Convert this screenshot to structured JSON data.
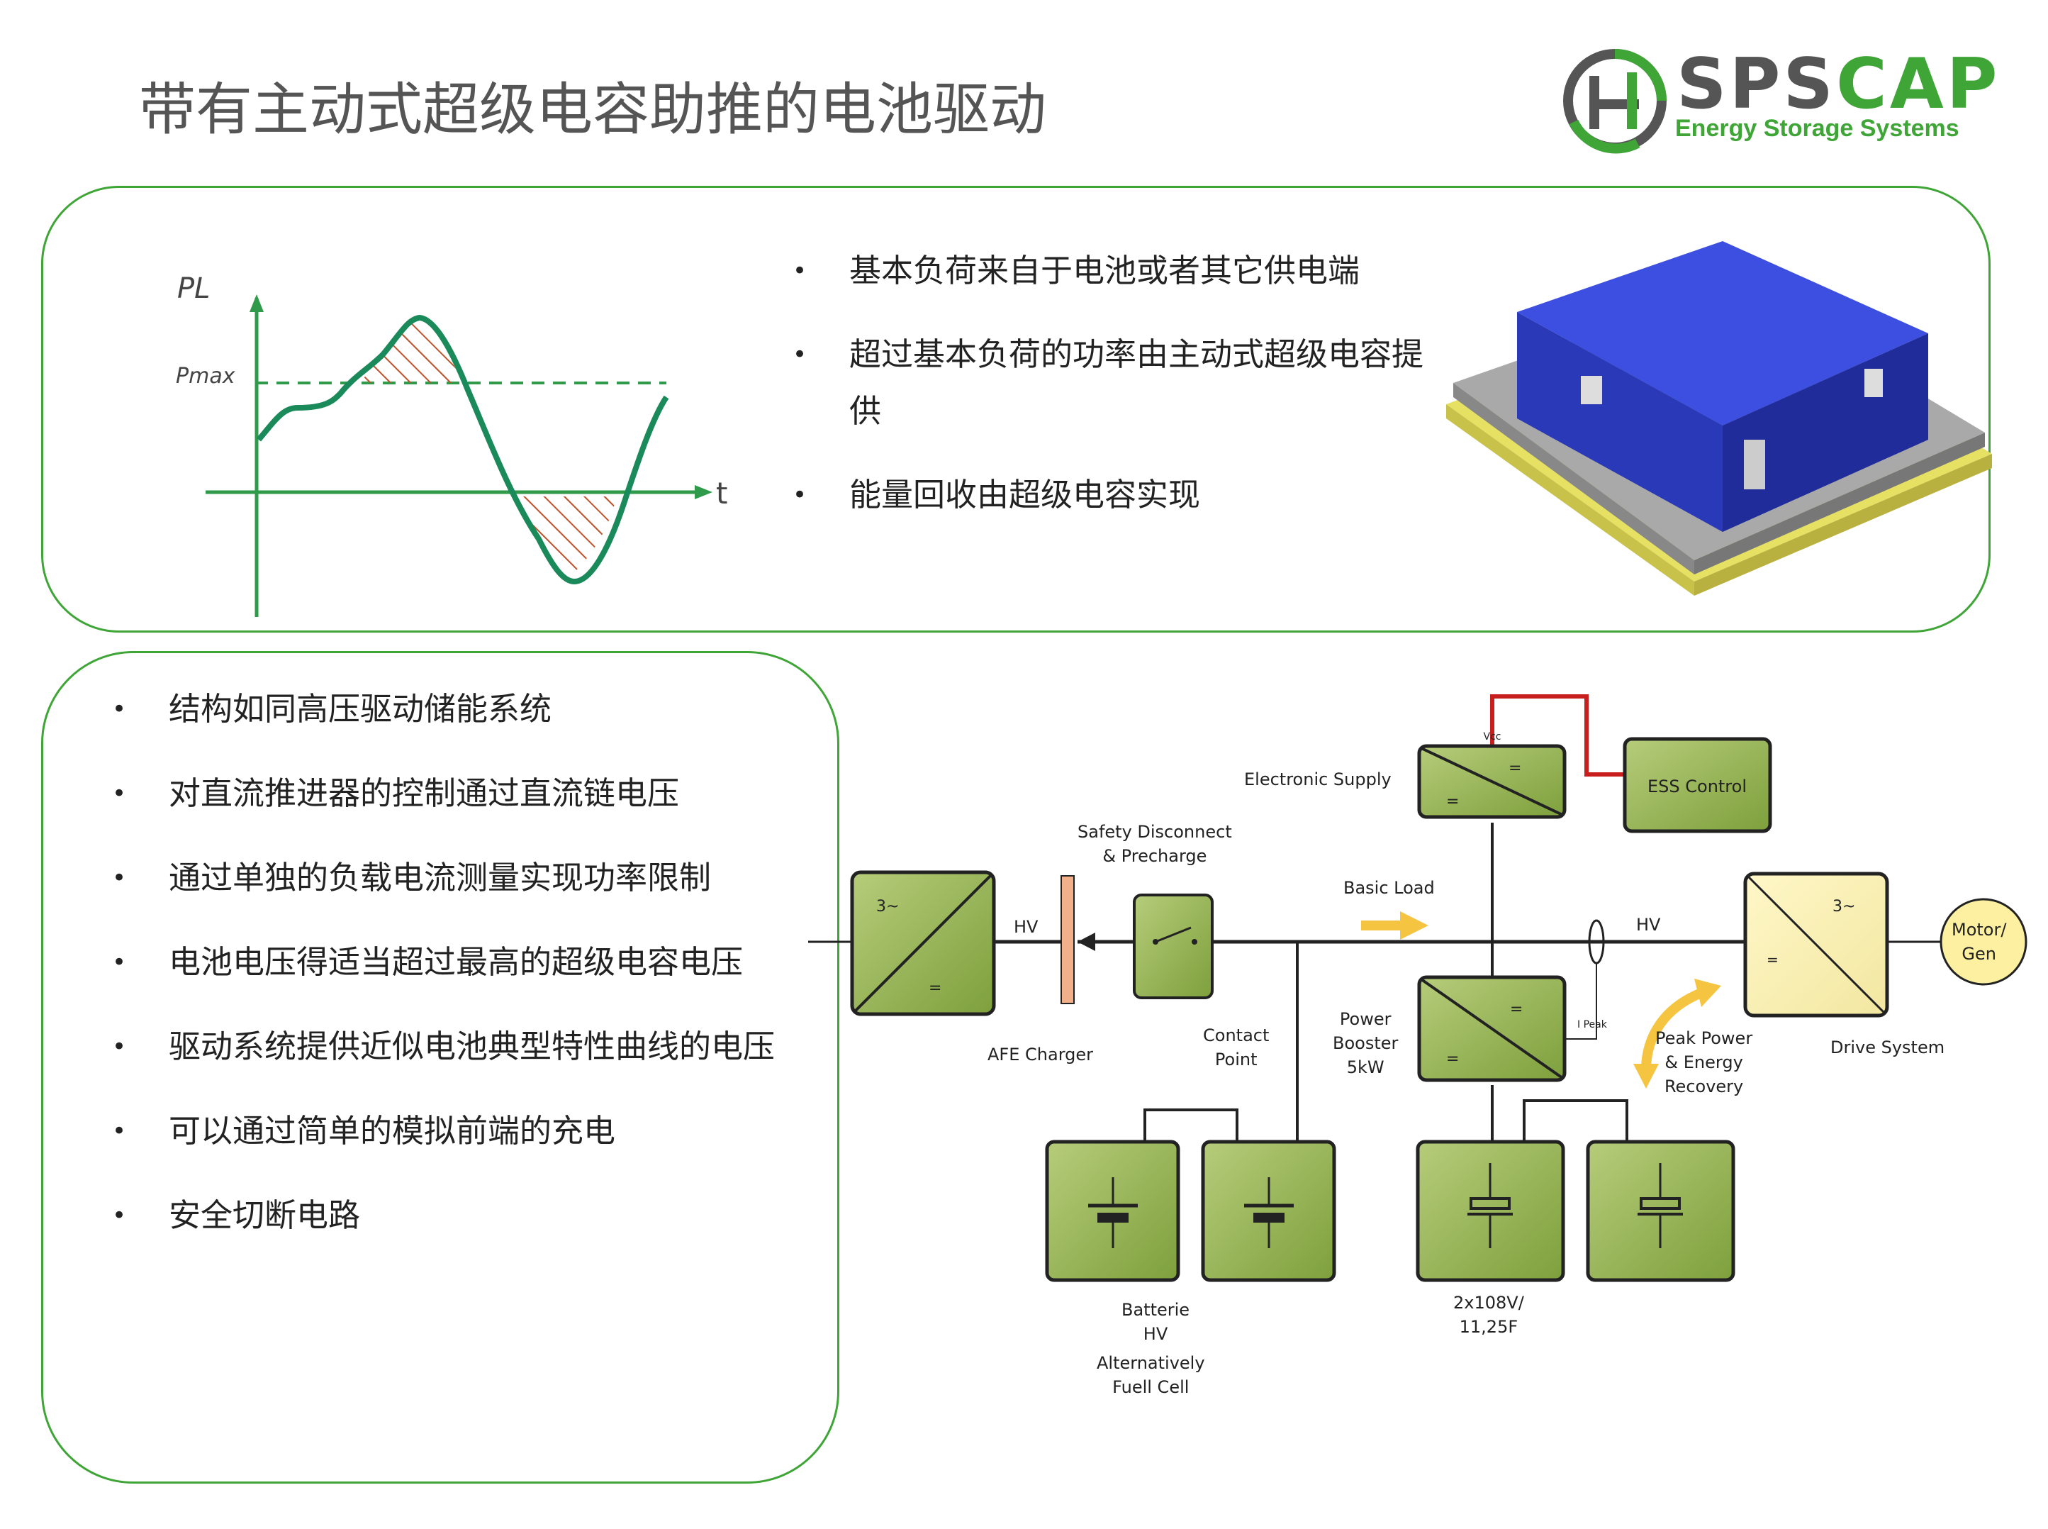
{
  "title": "带有主动式超级电容助推的电池驱动",
  "logo": {
    "word_part1": "SPS",
    "word_part2": "CAP",
    "tagline": "Energy Storage Systems"
  },
  "sketch": {
    "y_label": "PL",
    "max_label": "Pmax",
    "x_label": "t"
  },
  "top_bullets": [
    "基本负荷来自于电池或者其它供电端",
    "超过基本负荷的功率由主动式超级电容提供",
    "能量回收由超级电容实现"
  ],
  "bottom_bullets": [
    "结构如同高压驱动储能系统",
    "对直流推进器的控制通过直流链电压",
    "通过单独的负载电流测量实现功率限制",
    "电池电压得适当超过最高的超级电容电压",
    "驱动系统提供近似电池典型特性曲线的电压",
    "可以通过简单的模拟前端的充电",
    "安全切断电路"
  ],
  "diagram": {
    "vcc": "Vcc",
    "electronic_supply": "Electronic Supply",
    "ess_control": "ESS Control",
    "safety_disconnect": "Safety Disconnect\n& Precharge",
    "basic_load": "Basic Load",
    "hv_left": "HV",
    "hv_right": "HV",
    "afe_charger": "AFE Charger",
    "contact_point": "Contact\nPoint",
    "power_booster": "Power\nBooster\n5kW",
    "i_peak": "I Peak",
    "peak_power": "Peak Power\n& Energy\nRecovery",
    "drive_system": "Drive System",
    "motor_gen": "Motor/\nGen",
    "batterie": "Batterie\nHV",
    "alternatively": "Alternatively\nFuell Cell",
    "caps": "2x108V/\n11,25F",
    "afe_top": "3~",
    "afe_bottom": "=",
    "drive_top": "3~",
    "drive_bottom": "=",
    "es_top": "=",
    "es_bottom": "=",
    "pb_top": "=",
    "pb_bottom": "="
  },
  "colors": {
    "brand_green": "#3ea536",
    "block_green": "#8fb04a",
    "pale_yellow": "#fdf6c4",
    "curve": "#1a8a5a",
    "hatch": "#c0522a",
    "vcc_wire": "#c81e1e",
    "arrow": "#f5c542"
  }
}
